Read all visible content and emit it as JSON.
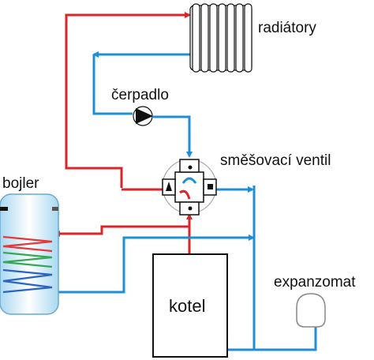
{
  "labels": {
    "radiators": "radiátory",
    "pump": "čerpadlo",
    "mixing_valve": "směšovací ventil",
    "boiler_tank": "bojler",
    "expansion_tank": "expanzomat",
    "heater": "kotel"
  },
  "colors": {
    "supply": "#d9262b",
    "return": "#1e8fd6",
    "outline": "#111111",
    "boiler_glow": "#bfe3f5",
    "coil_red": "#e23a3a",
    "coil_green": "#34a853",
    "coil_blue": "#2b63c6"
  }
}
